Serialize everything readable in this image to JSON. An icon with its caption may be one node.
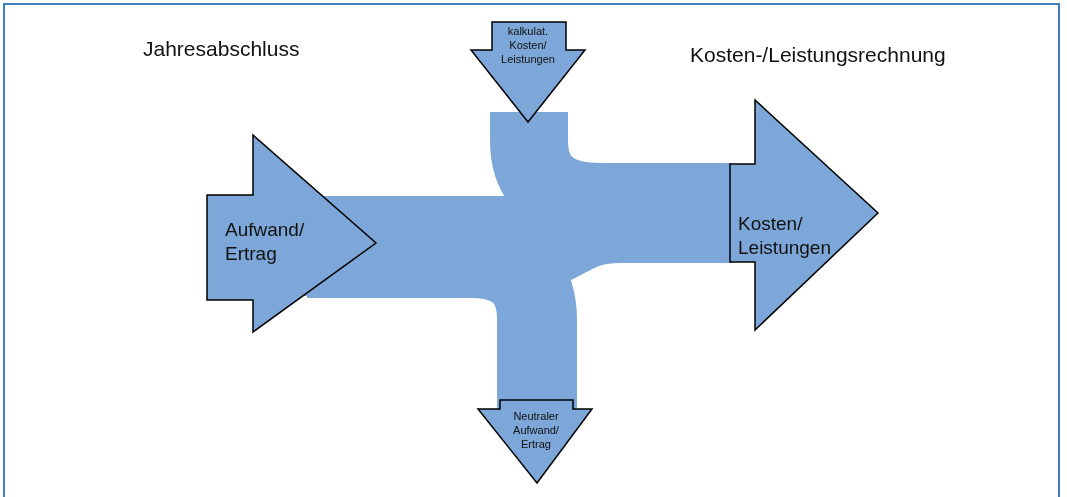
{
  "diagram": {
    "nodes": [
      {
        "text": [
          "Aufwand/ Ertrag"
        ]
      },
      {
        "text": [
          "Kosten/ Leistungen"
        ]
      },
      {
        "text": [
          "kalkulat. Kosten/ Leistungen"
        ]
      },
      {
        "text": [
          "Neutraler Aufwand/ Ertrag"
        ]
      }
    ],
    "edges": [
      {
        "from": 0,
        "to": 1,
        "arrow": "none"
      },
      {
        "from": 2,
        "to": 1,
        "arrow": "none"
      },
      {
        "from": 0,
        "to": 3,
        "arrow": "none"
      }
    ],
    "labels": [
      "Jahresabschluss",
      "Kosten-/Leistungsrechnung"
    ]
  }
}
